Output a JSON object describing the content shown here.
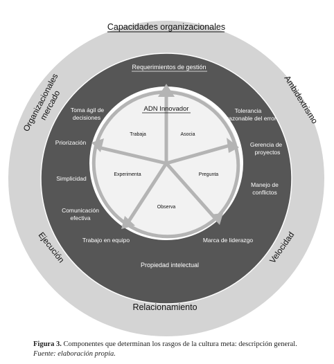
{
  "outer_ring": {
    "top": "Capacidades organizacionales",
    "bottom": "Relacionamiento",
    "left_top_line1": "Organizacionales",
    "left_top_line2": "mercado",
    "right_top": "Ambidextrismo",
    "left_bottom": "Ejecución",
    "right_bottom": "Velocidad"
  },
  "middle_ring": {
    "title": "Requerimientos de gestión",
    "bottom": "Propiedad intelectual",
    "items": {
      "toma_line1": "Toma ágil de",
      "toma_line2": "decisiones",
      "priorizacion": "Priorización",
      "simplicidad": "Simplicidad",
      "comunicacion_line1": "Comunicación",
      "comunicacion_line2": "efectiva",
      "trabajo_equipo": "Trabajo en equipo",
      "tolerancia_line1": "Tolerancia",
      "tolerancia_line2": "razonable del error",
      "gerencia_line1": "Gerencia de",
      "gerencia_line2": "proyectos",
      "manejo_line1": "Manejo de",
      "manejo_line2": "conflictos",
      "marca": "Marca de liderazgo"
    }
  },
  "core": {
    "title": "ADN Innovador",
    "segments": {
      "trabaja": "Trabaja",
      "asocia": "Asocia",
      "pregunta": "Pregunta",
      "observa": "Observa",
      "experimenta": "Experimenta"
    }
  },
  "caption": {
    "label": "Figura 3.",
    "text": "Componentes que determinan los rasgos de la cultura meta: descripción general.",
    "source": "Fuente: elaboración propia."
  },
  "colors": {
    "outer_ring": "#d4d4d4",
    "middle_ring": "#565656",
    "core": "#f2f2f2",
    "arrow": "#b4b4b4",
    "middle_text": "#ffffff",
    "outer_text": "#111111"
  }
}
